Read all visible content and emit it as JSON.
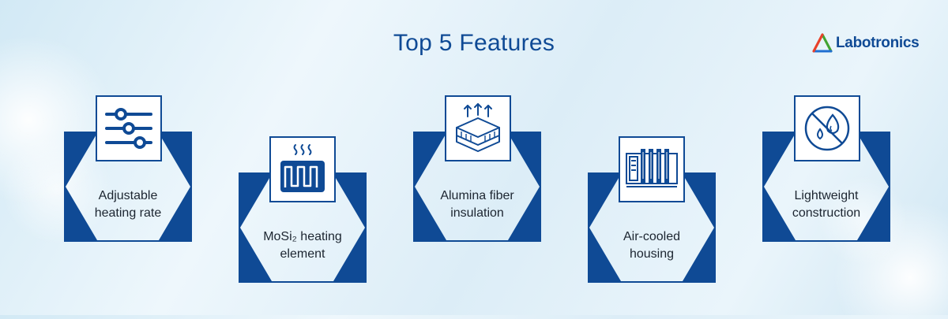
{
  "header": {
    "title": "Top 5 Features"
  },
  "logo": {
    "text": "Labotronics",
    "icon": "triangle-logo-icon"
  },
  "colors": {
    "primary": "#0f4a95",
    "text": "#1c2530"
  },
  "features": [
    {
      "label": "Adjustable heating rate",
      "icon": "sliders-icon"
    },
    {
      "label": "MoSi₂ heating element",
      "icon": "heating-coil-icon"
    },
    {
      "label": "Alumina fiber insulation",
      "icon": "insulation-layers-icon"
    },
    {
      "label": "Air-cooled housing",
      "icon": "cooling-fins-icon"
    },
    {
      "label": "Lightweight construction",
      "icon": "no-water-icon"
    }
  ]
}
